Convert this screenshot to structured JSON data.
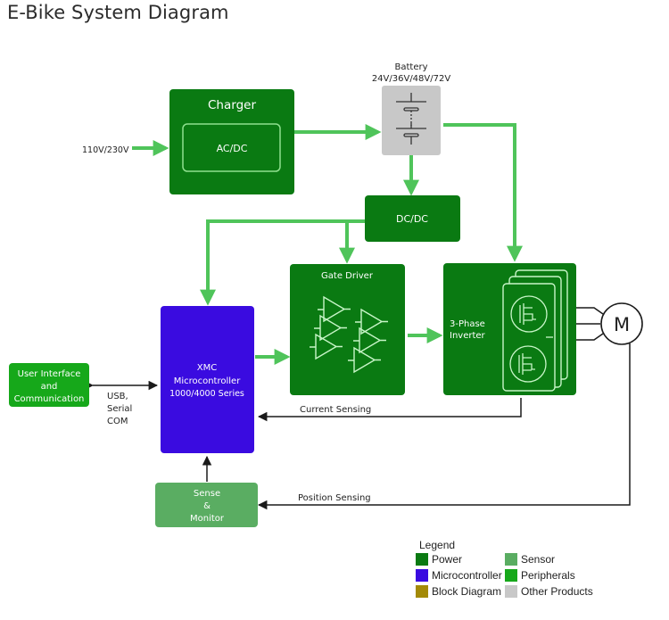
{
  "title": "E-Bike System Diagram",
  "colors": {
    "power": "#0a7a12",
    "microcontroller": "#3a0be0",
    "block_diagram": "#a38a07",
    "sensor": "#5aad62",
    "peripherals": "#16a81a",
    "other_products": "#c8c8c8",
    "arrow_green": "#4fc45a",
    "arrow_black": "#1a1a1a"
  },
  "nodes": {
    "input_voltage": "110V/230V",
    "charger": {
      "title": "Charger",
      "inner": "AC/DC",
      "category": "Power"
    },
    "battery": {
      "title": "Battery",
      "voltages": "24V/36V/48V/72V",
      "category": "Other Products"
    },
    "dcdc": {
      "label": "DC/DC",
      "category": "Power"
    },
    "gate_driver": {
      "title": "Gate Driver",
      "category": "Power"
    },
    "inverter": {
      "label_line1": "3-Phase",
      "label_line2": "Inverter",
      "category": "Power"
    },
    "motor": {
      "label": "M"
    },
    "mcu": {
      "line1": "XMC",
      "line2": "Microcontroller",
      "line3": "1000/4000 Series",
      "category": "Microcontroller"
    },
    "ui": {
      "line1": "User Interface",
      "line2": "and",
      "line3": "Communication",
      "category": "Peripherals"
    },
    "sense": {
      "line1": "Sense",
      "line2": "&",
      "line3": "Monitor",
      "category": "Sensor"
    }
  },
  "connections": {
    "ui_mcu_label": [
      "USB,",
      "Serial",
      "COM"
    ],
    "current_sensing": "Current Sensing",
    "position_sensing": "Position Sensing"
  },
  "legend": {
    "title": "Legend",
    "items": [
      {
        "label": "Power",
        "color": "#0a7a12"
      },
      {
        "label": "Sensor",
        "color": "#5aad62"
      },
      {
        "label": "Microcontroller",
        "color": "#3a0be0"
      },
      {
        "label": "Peripherals",
        "color": "#16a81a"
      },
      {
        "label": "Block Diagram",
        "color": "#a38a07"
      },
      {
        "label": "Other Products",
        "color": "#c8c8c8"
      }
    ]
  }
}
